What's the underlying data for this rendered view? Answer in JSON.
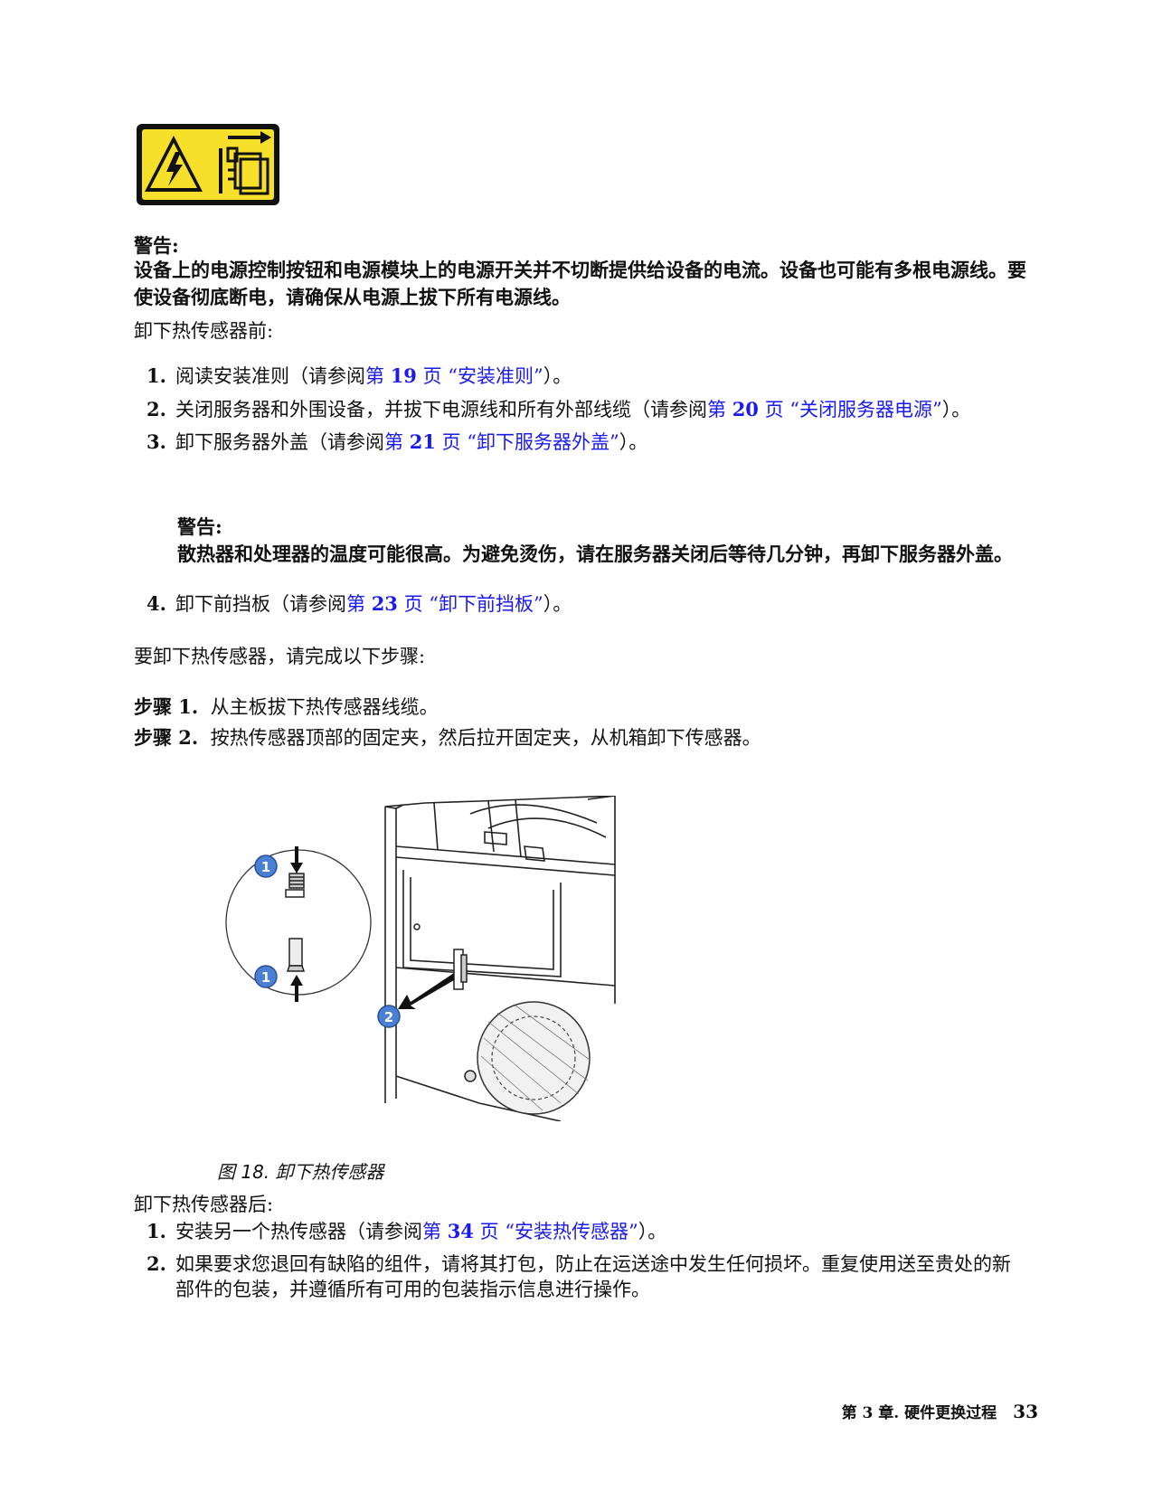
{
  "warning": {
    "title": "警告:",
    "body": "设备上的电源控制按钮和电源模块上的电源开关并不切断提供给设备的电流。设备也可能有多根电源线。要使设备彻底断电，请确保从电源上拔下所有电源线。"
  },
  "prereq_intro": "卸下热传感器前:",
  "prereq_items": [
    {
      "num": "1.",
      "pre": "阅读安装准则（请参阅",
      "link_a": "第 ",
      "link_num": "19",
      "link_b": " 页 “安装准则”",
      "post": "）。"
    },
    {
      "num": "2.",
      "pre": "关闭服务器和外围设备，并拔下电源线和所有外部线缆（请参阅",
      "link_a": "第 ",
      "link_num": "20",
      "link_b": " 页 “关闭服务器电源”",
      "post": "）。"
    },
    {
      "num": "3.",
      "pre": "卸下服务器外盖（请参阅",
      "link_a": "第 ",
      "link_num": "21",
      "link_b": " 页 “卸下服务器外盖”",
      "post": "）。"
    },
    {
      "num": "4.",
      "pre": "卸下前挡板（请参阅",
      "link_a": "第 ",
      "link_num": "23",
      "link_b": " 页 “卸下前挡板”",
      "post": "）。"
    }
  ],
  "sub_warning": {
    "title": "警告:",
    "body": "散热器和处理器的温度可能很高。为避免烫伤，请在服务器关闭后等待几分钟，再卸下服务器外盖。"
  },
  "steps_intro": "要卸下热传感器，请完成以下步骤:",
  "steps": [
    {
      "label": "步骤 1.",
      "text": "从主板拔下热传感器线缆。"
    },
    {
      "label": "步骤 2.",
      "text": "按热传感器顶部的固定夹，然后拉开固定夹，从机箱卸下传感器。"
    }
  ],
  "figure": {
    "caption": "图 18.  卸下热传感器",
    "callouts": [
      "1",
      "1",
      "2"
    ]
  },
  "after_intro": "卸下热传感器后:",
  "after_items": [
    {
      "num": "1.",
      "pre": "安装另一个热传感器（请参阅",
      "link_a": "第 ",
      "link_num": "34",
      "link_b": " 页 “安装热传感器”",
      "post": "）。"
    },
    {
      "num": "2.",
      "pre": "如果要求您退回有缺陷的组件，请将其打包，防止在运送途中发生任何损坏。重复使用送至贵处的新部件的包装，并遵循所有可用的包装指示信息进行操作。",
      "link_a": "",
      "link_num": "",
      "link_b": "",
      "post": ""
    }
  ],
  "footer": {
    "chapter": "第 3 章. 硬件更换过程",
    "page": "33"
  },
  "colors": {
    "link": "#1a1aee",
    "warning_yellow": "#f7e02a",
    "callout_blue": "#4a7fd4"
  }
}
